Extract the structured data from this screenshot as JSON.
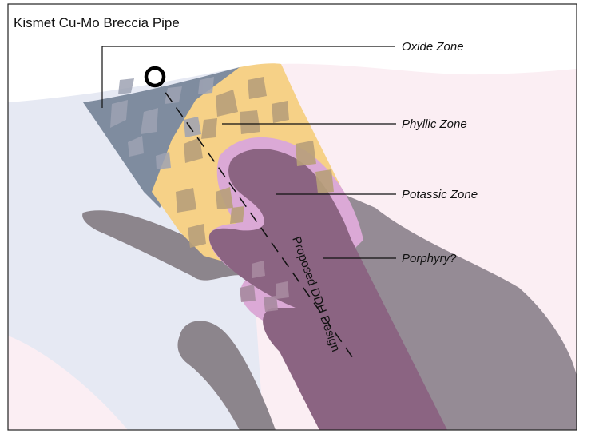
{
  "title": "Kismet Cu-Mo Breccia Pipe",
  "zones": {
    "oxide": "Oxide Zone",
    "phyllic": "Phyllic Zone",
    "potassic": "Potassic Zone",
    "porphyry": "Porphyry?"
  },
  "drillhole_label": "Proposed DDH Design",
  "colors": {
    "sky": "#ffffff",
    "host_rock_left": "#e6e9f3",
    "host_rock_right": "#fbeef3",
    "dark_rock": "#8c858c",
    "oxide": "#7f8c9f",
    "phyllic": "#f6d187",
    "potassic": "#dba9d6",
    "porphyry": "#8b6482",
    "clast": "#a99c92",
    "frame": "#222222"
  }
}
